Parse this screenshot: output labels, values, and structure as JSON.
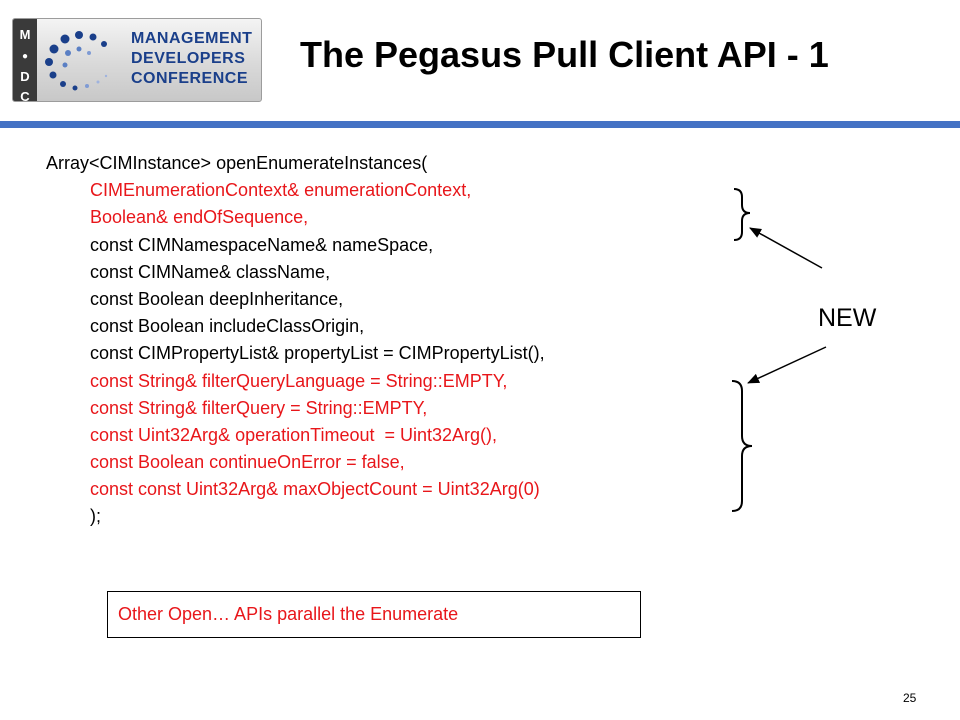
{
  "logo": {
    "band_letters": [
      "M",
      "D",
      "C"
    ],
    "text_lines": [
      "MANAGEMENT",
      "DEVELOPERS",
      "CONFERENCE"
    ],
    "colors": {
      "text": "#1a3f8a",
      "dots": "#1a3f8a"
    }
  },
  "title": "The Pegasus Pull Client API - 1",
  "code": {
    "lines": [
      {
        "text": "Array<CIMInstance> openEnumerateInstances(",
        "indent": false,
        "red": false
      },
      {
        "text": "CIMEnumerationContext& enumerationContext,",
        "indent": true,
        "red": true
      },
      {
        "text": "Boolean& endOfSequence,",
        "indent": true,
        "red": true
      },
      {
        "text": "const CIMNamespaceName& nameSpace,",
        "indent": true,
        "red": false
      },
      {
        "text": "const CIMName& className,",
        "indent": true,
        "red": false
      },
      {
        "text": "const Boolean deepInheritance,",
        "indent": true,
        "red": false
      },
      {
        "text": "const Boolean includeClassOrigin,",
        "indent": true,
        "red": false
      },
      {
        "text": "const CIMPropertyList& propertyList = CIMPropertyList(),",
        "indent": true,
        "red": false
      },
      {
        "text": "const String& filterQueryLanguage = String::EMPTY,",
        "indent": true,
        "red": true
      },
      {
        "text": "const String& filterQuery = String::EMPTY,",
        "indent": true,
        "red": true
      },
      {
        "text": "const Uint32Arg& operationTimeout  = Uint32Arg(),",
        "indent": true,
        "red": true
      },
      {
        "text": "const Boolean continueOnError = false,",
        "indent": true,
        "red": true
      },
      {
        "text": "const const Uint32Arg& maxObjectCount = Uint32Arg(0)",
        "indent": true,
        "red": true
      },
      {
        "text": ");",
        "indent": true,
        "red": false
      }
    ]
  },
  "callout_text": "Other Open… APIs parallel the Enumerate",
  "new_label": "NEW",
  "page_number": "25",
  "colors": {
    "accent": "#4472c4",
    "new_text": "#e8161a"
  }
}
